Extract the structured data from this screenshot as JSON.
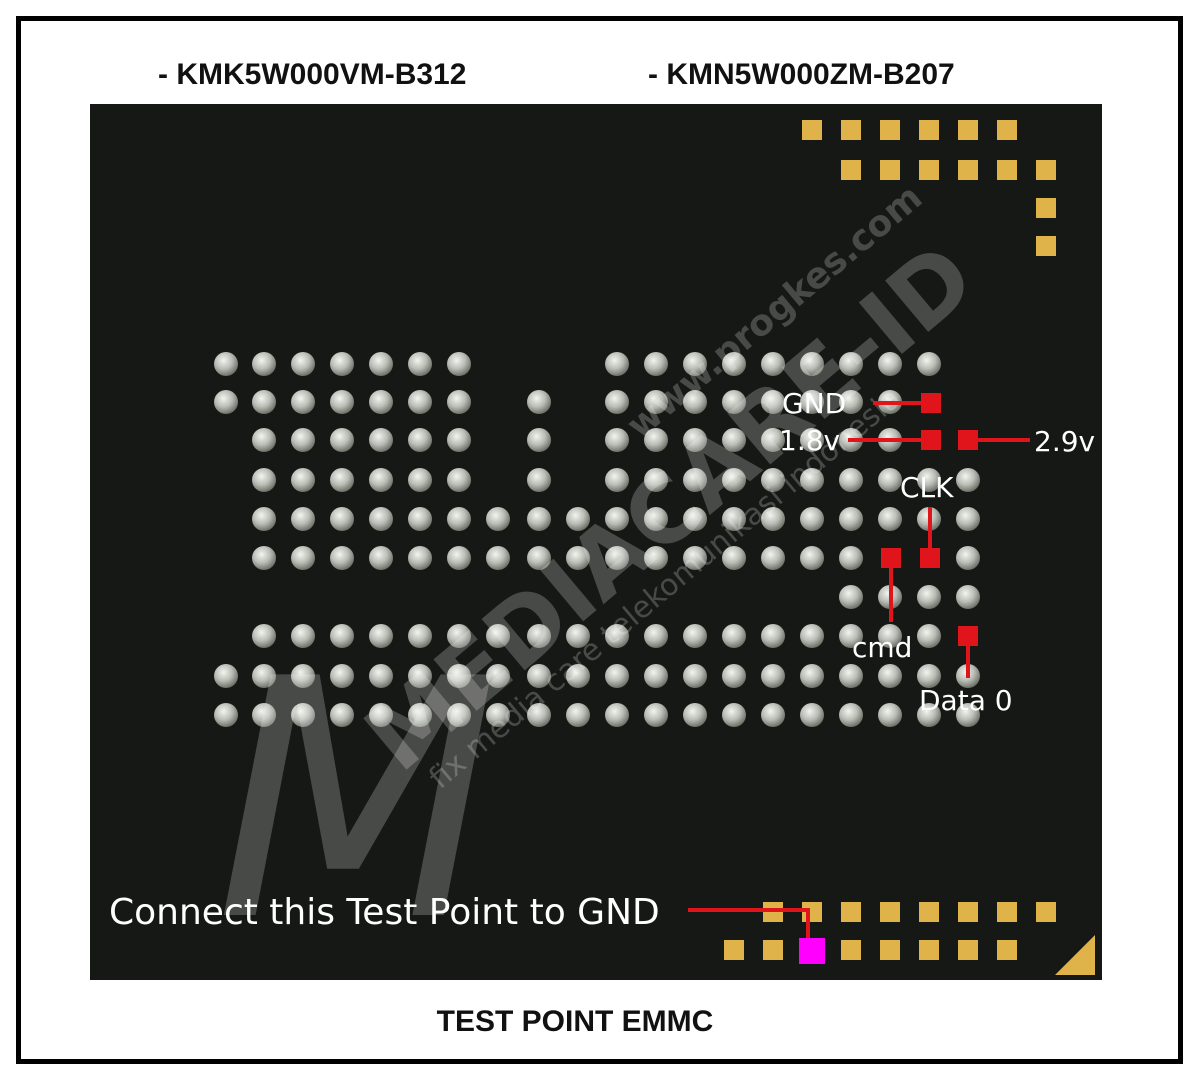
{
  "models": {
    "left": "- KMK5W000VM-B312",
    "right": "- KMN5W000ZM-B207"
  },
  "caption": "TEST POINT EMMC",
  "pins": {
    "gnd": "GND",
    "v18": "1.8v",
    "v29": "2.9v",
    "clk": "CLK",
    "cmd": "cmd",
    "data0": "Data 0"
  },
  "test_point_label": "Connect this Test Point to GND",
  "watermark": {
    "brand": "MEDIACARE-ID",
    "site": "www.progkes.com",
    "tagline": "fix media care telekomunikasi indonesia",
    "logo_mark": "M"
  },
  "colors": {
    "board": "#151814",
    "ball": "#bfc3bc",
    "pad": "#e0b24a",
    "marker": "#e0141b",
    "test_point": "#ff00ff",
    "frame": "#000000"
  }
}
